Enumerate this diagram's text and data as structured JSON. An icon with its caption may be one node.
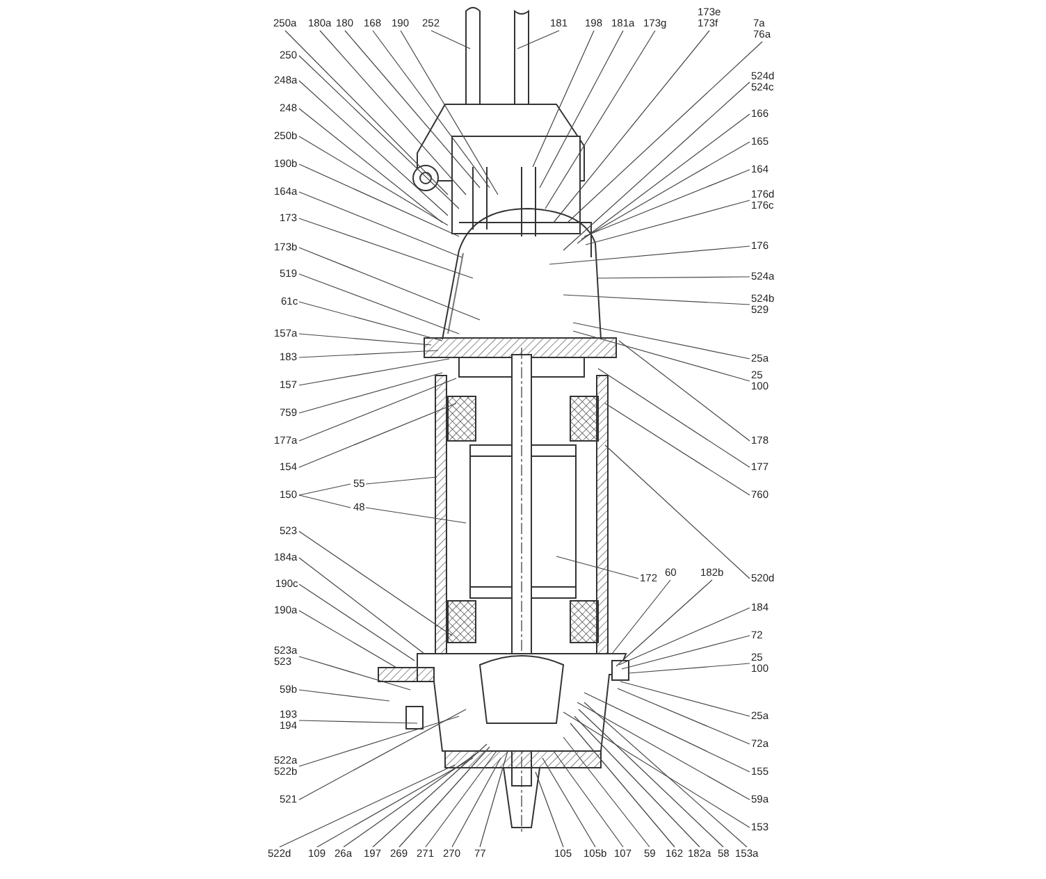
{
  "diagram": {
    "nodes": [
      {
        "text": [
          "250a"
        ]
      },
      {
        "text": [
          "180a"
        ]
      },
      {
        "text": [
          "180"
        ]
      },
      {
        "text": [
          "168"
        ]
      },
      {
        "text": [
          "190"
        ]
      },
      {
        "text": [
          "252"
        ]
      },
      {
        "text": [
          "181"
        ]
      },
      {
        "text": [
          "198"
        ]
      },
      {
        "text": [
          "181a"
        ]
      },
      {
        "text": [
          "173g"
        ]
      },
      {
        "text": [
          "173e",
          "173f"
        ]
      },
      {
        "text": [
          "7a",
          "76a"
        ]
      },
      {
        "text": [
          "250"
        ]
      },
      {
        "text": [
          "248a"
        ]
      },
      {
        "text": [
          "248"
        ]
      },
      {
        "text": [
          "250b"
        ]
      },
      {
        "text": [
          "190b"
        ]
      },
      {
        "text": [
          "164a"
        ]
      },
      {
        "text": [
          "173"
        ]
      },
      {
        "text": [
          "173b"
        ]
      },
      {
        "text": [
          "519"
        ]
      },
      {
        "text": [
          "61c"
        ]
      },
      {
        "text": [
          "157a"
        ]
      },
      {
        "text": [
          "183"
        ]
      },
      {
        "text": [
          "157"
        ]
      },
      {
        "text": [
          "759"
        ]
      },
      {
        "text": [
          "177a"
        ]
      },
      {
        "text": [
          "154"
        ]
      },
      {
        "text": [
          "150"
        ]
      },
      {
        "text": [
          "55"
        ]
      },
      {
        "text": [
          "48"
        ]
      },
      {
        "text": [
          "523"
        ]
      },
      {
        "text": [
          "184a"
        ]
      },
      {
        "text": [
          "190c"
        ]
      },
      {
        "text": [
          "190a"
        ]
      },
      {
        "text": [
          "523a",
          "523"
        ]
      },
      {
        "text": [
          "59b"
        ]
      },
      {
        "text": [
          "193",
          "194"
        ]
      },
      {
        "text": [
          "522a",
          "522b"
        ]
      },
      {
        "text": [
          "521"
        ]
      },
      {
        "text": [
          "524d",
          "524c"
        ]
      },
      {
        "text": [
          "166"
        ]
      },
      {
        "text": [
          "165"
        ]
      },
      {
        "text": [
          "164"
        ]
      },
      {
        "text": [
          "176d",
          "176c"
        ]
      },
      {
        "text": [
          "176"
        ]
      },
      {
        "text": [
          "524a"
        ]
      },
      {
        "text": [
          "524b",
          "529"
        ]
      },
      {
        "text": [
          "25a"
        ]
      },
      {
        "text": [
          "25",
          "100"
        ]
      },
      {
        "text": [
          "178"
        ]
      },
      {
        "text": [
          "177"
        ]
      },
      {
        "text": [
          "760"
        ]
      },
      {
        "text": [
          "172"
        ]
      },
      {
        "text": [
          "60"
        ]
      },
      {
        "text": [
          "182b"
        ]
      },
      {
        "text": [
          "520d"
        ]
      },
      {
        "text": [
          "184"
        ]
      },
      {
        "text": [
          "72"
        ]
      },
      {
        "text": [
          "25",
          "100"
        ]
      },
      {
        "text": [
          "25a"
        ]
      },
      {
        "text": [
          "72a"
        ]
      },
      {
        "text": [
          "155"
        ]
      },
      {
        "text": [
          "59a"
        ]
      },
      {
        "text": [
          "153"
        ]
      },
      {
        "text": [
          "522d"
        ]
      },
      {
        "text": [
          "109"
        ]
      },
      {
        "text": [
          "26a"
        ]
      },
      {
        "text": [
          "197"
        ]
      },
      {
        "text": [
          "269"
        ]
      },
      {
        "text": [
          "271"
        ]
      },
      {
        "text": [
          "270"
        ]
      },
      {
        "text": [
          "77"
        ]
      },
      {
        "text": [
          "105"
        ]
      },
      {
        "text": [
          "105b"
        ]
      },
      {
        "text": [
          "107"
        ]
      },
      {
        "text": [
          "59"
        ]
      },
      {
        "text": [
          "162"
        ]
      },
      {
        "text": [
          "182a"
        ]
      },
      {
        "text": [
          "58"
        ]
      },
      {
        "text": [
          "153a"
        ]
      }
    ],
    "edges": [
      {
        "from": 0,
        "to": null,
        "arrow": "none"
      },
      {
        "from": 1,
        "to": null,
        "arrow": "none"
      },
      {
        "from": 2,
        "to": null,
        "arrow": "none"
      },
      {
        "from": 3,
        "to": null,
        "arrow": "none"
      },
      {
        "from": 4,
        "to": null,
        "arrow": "none"
      },
      {
        "from": 5,
        "to": null,
        "arrow": "none"
      },
      {
        "from": 6,
        "to": null,
        "arrow": "none"
      },
      {
        "from": 7,
        "to": null,
        "arrow": "none"
      },
      {
        "from": 8,
        "to": null,
        "arrow": "none"
      },
      {
        "from": 9,
        "to": null,
        "arrow": "none"
      },
      {
        "from": 10,
        "to": null,
        "arrow": "none"
      },
      {
        "from": 11,
        "to": null,
        "arrow": "none"
      },
      {
        "from": 12,
        "to": null,
        "arrow": "none"
      },
      {
        "from": 13,
        "to": null,
        "arrow": "none"
      },
      {
        "from": 14,
        "to": null,
        "arrow": "none"
      },
      {
        "from": 15,
        "to": null,
        "arrow": "none"
      },
      {
        "from": 16,
        "to": null,
        "arrow": "none"
      },
      {
        "from": 17,
        "to": null,
        "arrow": "none"
      },
      {
        "from": 18,
        "to": null,
        "arrow": "none"
      },
      {
        "from": 19,
        "to": null,
        "arrow": "none"
      },
      {
        "from": 20,
        "to": null,
        "arrow": "none"
      },
      {
        "from": 21,
        "to": null,
        "arrow": "none"
      },
      {
        "from": 22,
        "to": null,
        "arrow": "none"
      },
      {
        "from": 23,
        "to": null,
        "arrow": "none"
      },
      {
        "from": 24,
        "to": null,
        "arrow": "none"
      },
      {
        "from": 25,
        "to": null,
        "arrow": "none"
      },
      {
        "from": 26,
        "to": null,
        "arrow": "none"
      },
      {
        "from": 27,
        "to": null,
        "arrow": "none"
      },
      {
        "from": 28,
        "to": 29,
        "arrow": "none"
      },
      {
        "from": 28,
        "to": 30,
        "arrow": "none"
      },
      {
        "from": 29,
        "to": null,
        "arrow": "none"
      },
      {
        "from": 30,
        "to": null,
        "arrow": "none"
      },
      {
        "from": 31,
        "to": null,
        "arrow": "none"
      },
      {
        "from": 32,
        "to": null,
        "arrow": "none"
      },
      {
        "from": 33,
        "to": null,
        "arrow": "none"
      },
      {
        "from": 34,
        "to": null,
        "arrow": "none"
      },
      {
        "from": 35,
        "to": null,
        "arrow": "none"
      },
      {
        "from": 36,
        "to": null,
        "arrow": "none"
      },
      {
        "from": 37,
        "to": null,
        "arrow": "none"
      },
      {
        "from": 38,
        "to": null,
        "arrow": "none"
      },
      {
        "from": 39,
        "to": null,
        "arrow": "none"
      },
      {
        "from": 40,
        "to": null,
        "arrow": "none"
      },
      {
        "from": 41,
        "to": null,
        "arrow": "none"
      },
      {
        "from": 42,
        "to": null,
        "arrow": "none"
      },
      {
        "from": 43,
        "to": null,
        "arrow": "none"
      },
      {
        "from": 44,
        "to": null,
        "arrow": "none"
      },
      {
        "from": 45,
        "to": null,
        "arrow": "none"
      },
      {
        "from": 46,
        "to": null,
        "arrow": "none"
      },
      {
        "from": 47,
        "to": null,
        "arrow": "none"
      },
      {
        "from": 48,
        "to": null,
        "arrow": "none"
      },
      {
        "from": 49,
        "to": null,
        "arrow": "none"
      },
      {
        "from": 50,
        "to": null,
        "arrow": "none"
      },
      {
        "from": 51,
        "to": null,
        "arrow": "none"
      },
      {
        "from": 52,
        "to": null,
        "arrow": "none"
      },
      {
        "from": 53,
        "to": null,
        "arrow": "none"
      },
      {
        "from": 54,
        "to": null,
        "arrow": "none"
      },
      {
        "from": 55,
        "to": null,
        "arrow": "none"
      },
      {
        "from": 56,
        "to": null,
        "arrow": "none"
      },
      {
        "from": 57,
        "to": null,
        "arrow": "none"
      },
      {
        "from": 58,
        "to": null,
        "arrow": "none"
      },
      {
        "from": 59,
        "to": null,
        "arrow": "none"
      },
      {
        "from": 60,
        "to": null,
        "arrow": "none"
      },
      {
        "from": 61,
        "to": null,
        "arrow": "none"
      },
      {
        "from": 62,
        "to": null,
        "arrow": "none"
      },
      {
        "from": 63,
        "to": null,
        "arrow": "none"
      },
      {
        "from": 64,
        "to": null,
        "arrow": "none"
      },
      {
        "from": 65,
        "to": null,
        "arrow": "none"
      },
      {
        "from": 66,
        "to": null,
        "arrow": "none"
      },
      {
        "from": 67,
        "to": null,
        "arrow": "none"
      },
      {
        "from": 68,
        "to": null,
        "arrow": "none"
      },
      {
        "from": 69,
        "to": null,
        "arrow": "none"
      },
      {
        "from": 70,
        "to": null,
        "arrow": "none"
      },
      {
        "from": 71,
        "to": null,
        "arrow": "none"
      },
      {
        "from": 72,
        "to": null,
        "arrow": "none"
      },
      {
        "from": 73,
        "to": null,
        "arrow": "none"
      },
      {
        "from": 74,
        "to": null,
        "arrow": "none"
      },
      {
        "from": 75,
        "to": null,
        "arrow": "none"
      },
      {
        "from": 76,
        "to": null,
        "arrow": "none"
      },
      {
        "from": 77,
        "to": null,
        "arrow": "none"
      },
      {
        "from": 78,
        "to": null,
        "arrow": "none"
      },
      {
        "from": 79,
        "to": null,
        "arrow": "none"
      },
      {
        "from": 80,
        "to": null,
        "arrow": "none"
      }
    ]
  }
}
